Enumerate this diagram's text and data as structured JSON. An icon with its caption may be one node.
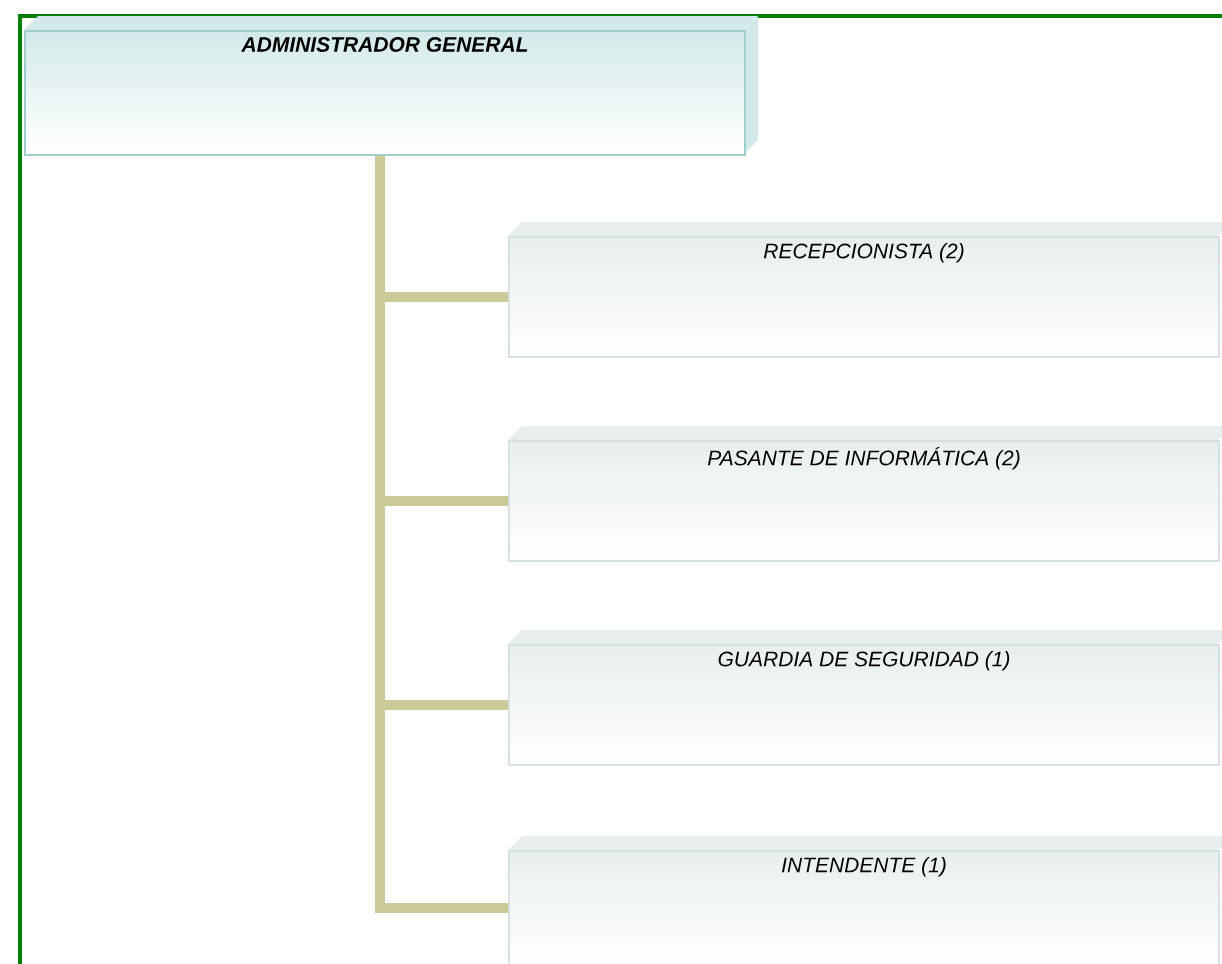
{
  "diagram": {
    "nodes": [
      {
        "text": [
          "ADMINISTRADOR GENERAL"
        ]
      },
      {
        "text": [
          "RECEPCIONISTA (2)"
        ]
      },
      {
        "text": [
          "PASANTE DE INFORMÁTICA (2)"
        ]
      },
      {
        "text": [
          "GUARDIA DE SEGURIDAD (1)"
        ]
      },
      {
        "text": [
          "INTENDENTE  (1)"
        ]
      }
    ],
    "edges": [
      {
        "from": 0,
        "to": 1,
        "arrow": "none"
      },
      {
        "from": 0,
        "to": 2,
        "arrow": "none"
      },
      {
        "from": 0,
        "to": 3,
        "arrow": "none"
      },
      {
        "from": 0,
        "to": 4,
        "arrow": "none"
      }
    ]
  }
}
